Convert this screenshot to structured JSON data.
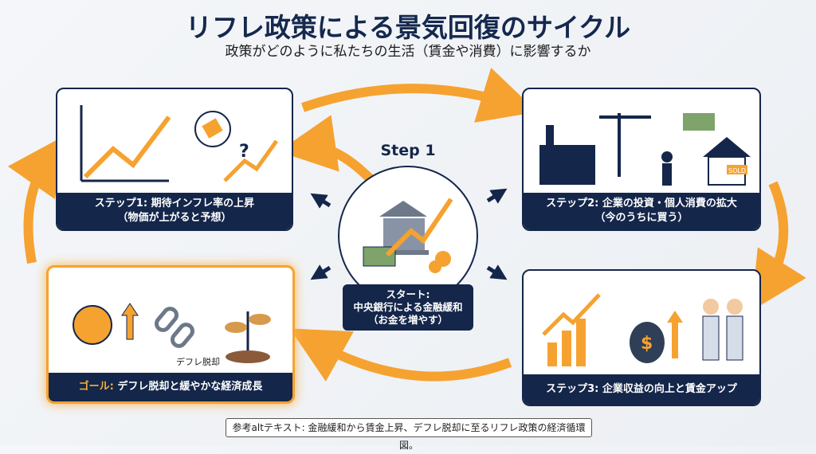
{
  "header": {
    "title": "リフレ政策による景気回復のサイクル",
    "subtitle": "政策がどのように私たちの生活（賃金や消費）に影響するか"
  },
  "center": {
    "step": "Step 1",
    "start_line1": "スタート:",
    "start_line2": "中央銀行による金融緩和",
    "start_line3": "（お金を増やす）"
  },
  "cards": {
    "step1": {
      "line1": "ステップ1: 期待インフレ率の上昇",
      "line2": "（物価が上がると予想）"
    },
    "step2": {
      "line1": "ステップ2: 企業の投資・個人消費の拡大",
      "line2": "（今のうちに買う）",
      "sold_sign": "SOLD"
    },
    "step3": {
      "line1": "ステップ3: 企業収益の向上と賃金アップ"
    },
    "goal": {
      "prefix": "ゴール:",
      "line1": "デフレ脱却と緩やかな経済成長",
      "tag": "デフレ脱却"
    }
  },
  "alt_text": "参考altテキスト: 金融緩和から賃金上昇、デフレ脱却に至るリフレ政策の経済循環図。",
  "colors": {
    "navy": "#14264a",
    "orange": "#f6a230"
  }
}
